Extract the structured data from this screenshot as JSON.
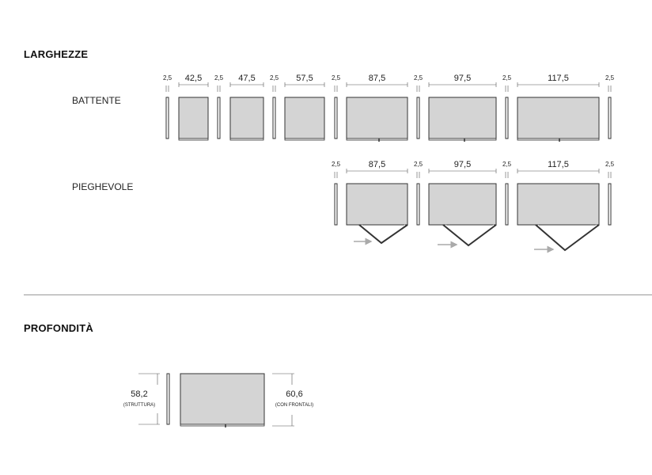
{
  "widths_heading": "LARGHEZZE",
  "depth_heading": "PROFONDITÀ",
  "rows": {
    "battente": {
      "label": "BATTENTE",
      "panel": "2,5",
      "modules": [
        "42,5",
        "47,5",
        "57,5",
        "87,5",
        "97,5",
        "117,5"
      ]
    },
    "pieghevole": {
      "label": "PIEGHEVOLE",
      "panel": "2,5",
      "modules": [
        "87,5",
        "97,5",
        "117,5"
      ]
    }
  },
  "depth": {
    "structure_value": "58,2",
    "structure_note": "(STRUTTURA)",
    "front_value": "60,6",
    "front_note": "(CON FRONTALI)"
  },
  "colors": {
    "module_fill": "#d4d4d4",
    "line": "#333333",
    "arrow": "#aaaaaa"
  }
}
